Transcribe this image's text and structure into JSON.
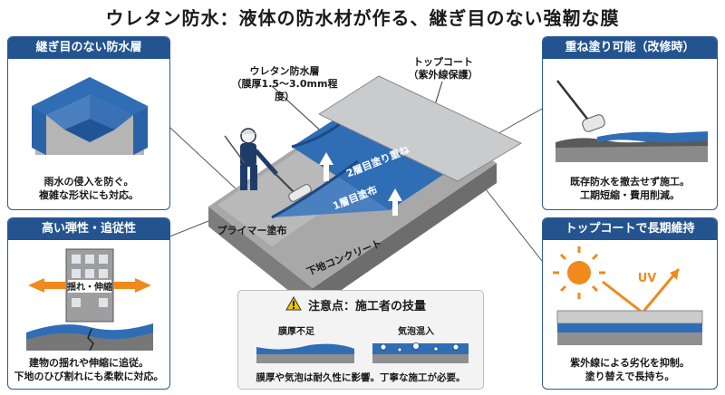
{
  "title": "ウレタン防水：液体の防水材が作る、継ぎ目のない強靭な膜",
  "panels": {
    "seamless": {
      "heading": "継ぎ目のない防水層",
      "caption_lines": [
        "雨水の侵入を防ぐ。",
        "複雑な形状にも対応。"
      ]
    },
    "elastic": {
      "heading": "高い弾性・追従性",
      "figure_label": "揺れ・伸縮",
      "caption_lines": [
        "建物の揺れや伸縮に追従。",
        "下地のひび割れにも柔軟に対応。"
      ]
    },
    "recoat": {
      "heading": "重ね塗り可能（改修時）",
      "caption_lines": [
        "既存防水を撤去せず施工。",
        "工期短縮・費用削減。"
      ]
    },
    "topcoat": {
      "heading": "トップコートで長期維持",
      "figure_label": "UV",
      "caption_lines": [
        "紫外線による劣化を抑制。",
        "塗り替えで長持ち。"
      ]
    }
  },
  "center": {
    "urethane_label_lines": [
      "ウレタン防水層",
      "（膜厚1.5〜3.0mm程度）"
    ],
    "topcoat_label_lines": [
      "トップコート",
      "（紫外線保護）"
    ],
    "layer2": "2層目塗り重ね",
    "layer1": "1層目塗布",
    "primer": "プライマー塗布",
    "concrete": "下地コンクリート"
  },
  "caution": {
    "title": "注意点：施工者の技量",
    "insufficient": "膜厚不足",
    "bubbles": "気泡混入",
    "caption": "膜厚や気泡は耐久性に影響。丁寧な施工が必要。"
  },
  "colors": {
    "panel_header": "#24548f",
    "urethane_blue": "#2f6db5",
    "topcoat_gray": "#c9cbcd",
    "concrete": "#8f8f8f",
    "sun": "#f08a1c"
  }
}
